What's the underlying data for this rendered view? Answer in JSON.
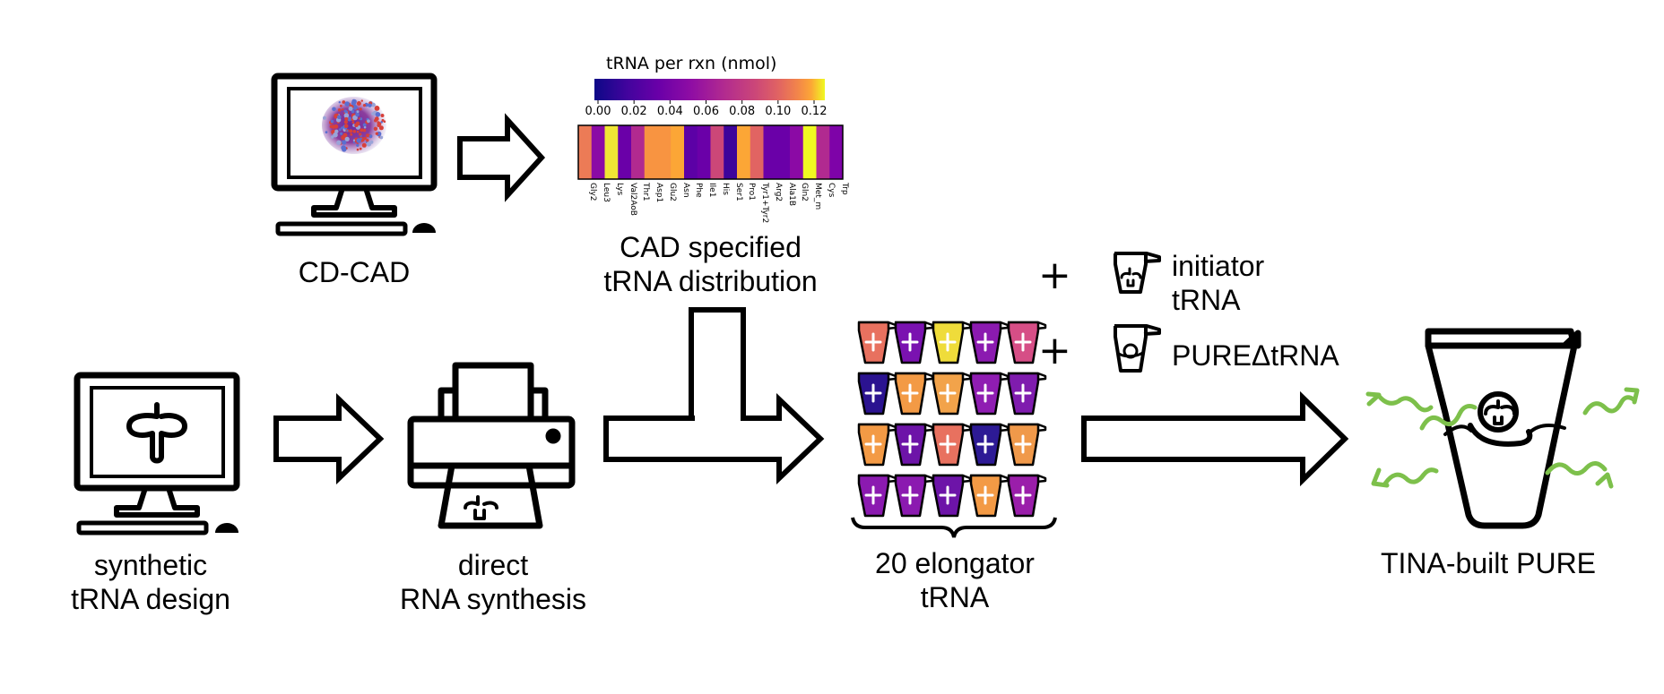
{
  "labels": {
    "cd_cad": "CD-CAD",
    "cad_line1": "CAD specified",
    "cad_line2": "tRNA distribution",
    "synthetic_line1": "synthetic",
    "synthetic_line2": "tRNA design",
    "direct_line1": "direct",
    "direct_line2": "RNA synthesis",
    "elongator_line1": "20 elongator",
    "elongator_line2": "tRNA",
    "initiator_line1": "initiator",
    "initiator_line2": "tRNA",
    "pure_delta": "PUREΔtRNA",
    "tina": "TINA-built PURE",
    "plus": "+"
  },
  "colorbar": {
    "title": "tRNA per rxn (nmol)",
    "ticks": [
      "0.00",
      "0.02",
      "0.04",
      "0.06",
      "0.08",
      "0.10",
      "0.12"
    ]
  },
  "heatmap": {
    "labels": [
      "Gly2",
      "Leu3",
      "Lys",
      "Val2AoB",
      "Thr1",
      "Asp1",
      "Glu2",
      "Asn",
      "Phe",
      "Ile1",
      "His",
      "Ser1",
      "Pro1",
      "Tyr1+Tyr2",
      "Arg2",
      "Ala1B",
      "Gln2",
      "Met_m",
      "Cys",
      "Trp"
    ],
    "colors": [
      "#ec7b56",
      "#8b0aa5",
      "#f0e635",
      "#6a00a8",
      "#b12a90",
      "#f89441",
      "#f89441",
      "#fca636",
      "#5c01a6",
      "#6a00a8",
      "#cc4778",
      "#3d049b",
      "#fca636",
      "#e16462",
      "#6a00a8",
      "#6a00a8",
      "#8b0aa5",
      "#f0f921",
      "#b12a90",
      "#7e03a8"
    ]
  },
  "tubes": {
    "colors": [
      [
        "#e8715f",
        "#7a12b0",
        "#efdc3a",
        "#8b1ab0",
        "#d64e86"
      ],
      [
        "#2b1390",
        "#f39a45",
        "#f2a34a",
        "#8f1db2",
        "#7f1cae"
      ],
      [
        "#f39a45",
        "#6d14a8",
        "#e8715f",
        "#2d1a95",
        "#f0994a"
      ],
      [
        "#8b1ab0",
        "#8b1ab0",
        "#6d14a8",
        "#f39a45",
        "#9a1eaa"
      ]
    ]
  },
  "colors": {
    "stroke": "#000000",
    "molecule_red": "#d7403a",
    "molecule_blue": "#5b6fd0",
    "green_squiggle": "#7dc04b"
  }
}
